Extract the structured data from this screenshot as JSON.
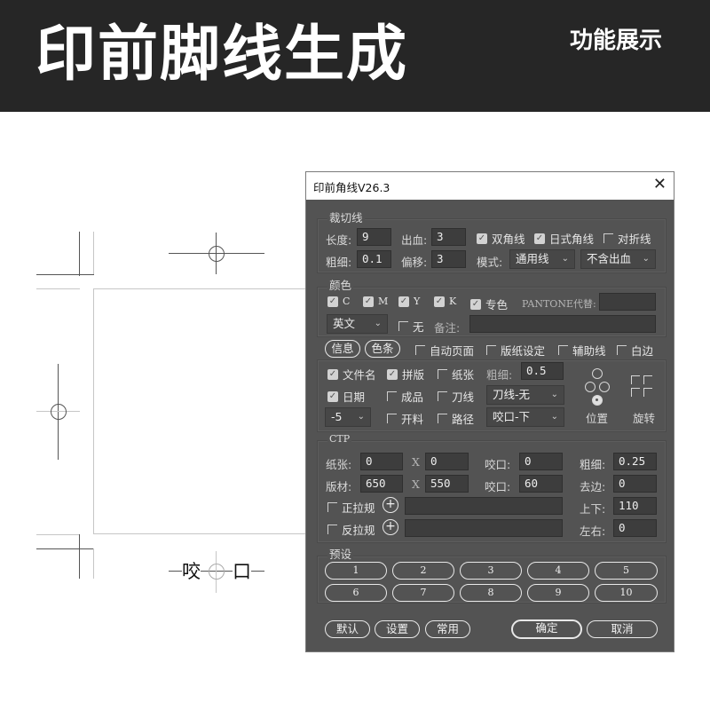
{
  "banner": {
    "title": "印前脚线生成",
    "subtitle": "功能展示"
  },
  "illustration": {
    "bite_label_left": "咬",
    "bite_label_right": "口"
  },
  "dialog": {
    "title": "印前角线V26.3",
    "close_icon": "close-icon",
    "trim": {
      "group_label": "裁切线",
      "length_label": "长度:",
      "length_value": "9",
      "bleed_label": "出血:",
      "bleed_value": "3",
      "double_corner": {
        "label": "双角线",
        "checked": true
      },
      "japanese_corner": {
        "label": "日式角线",
        "checked": true
      },
      "fold_line": {
        "label": "对折线",
        "checked": false
      },
      "thickness_label": "粗细:",
      "thickness_value": "0.1",
      "offset_label": "偏移:",
      "offset_value": "3",
      "mode_label": "模式:",
      "mode_value": "通用线",
      "bleed_mode_value": "不含出血"
    },
    "color": {
      "group_label": "颜色",
      "channels": [
        {
          "label": "C",
          "checked": true
        },
        {
          "label": "M",
          "checked": true
        },
        {
          "label": "Y",
          "checked": true
        },
        {
          "label": "K",
          "checked": true
        },
        {
          "label": "专色",
          "checked": true
        }
      ],
      "pantone_label": "PANTONE代替:",
      "pantone_value": "",
      "language_value": "英文",
      "none": {
        "label": "无",
        "checked": false
      },
      "note_label": "备注:",
      "note_value": ""
    },
    "options_row": {
      "info_button": "信息",
      "color_bar_button": "色条",
      "auto_page": {
        "label": "自动页面",
        "checked": false
      },
      "plate_setting": {
        "label": "版纸设定",
        "checked": false
      },
      "guide_line": {
        "label": "辅助线",
        "checked": false
      },
      "white_edge": {
        "label": "白边",
        "checked": false
      }
    },
    "marks": {
      "filename": {
        "label": "文件名",
        "checked": true
      },
      "imposition": {
        "label": "拼版",
        "checked": true
      },
      "paper": {
        "label": "纸张",
        "checked": false
      },
      "thickness_label": "粗细:",
      "thickness_value": "0.5",
      "date": {
        "label": "日期",
        "checked": true
      },
      "finished": {
        "label": "成品",
        "checked": false
      },
      "die_line": {
        "label": "刀线",
        "checked": false
      },
      "die_line_select": "刀线-无",
      "offset_select": "-5",
      "cutting": {
        "label": "开料",
        "checked": false
      },
      "path": {
        "label": "路径",
        "checked": false
      },
      "bite_select": "咬口-下",
      "position_label": "位置",
      "rotate_label": "旋转"
    },
    "ctp": {
      "group_label": "CTP",
      "paper_label": "纸张:",
      "paper_w": "0",
      "x1": "X",
      "paper_h": "0",
      "bite1_label": "咬口:",
      "bite1_value": "0",
      "thickness_label": "粗细:",
      "thickness_value": "0.25",
      "plate_label": "版材:",
      "plate_w": "650",
      "x2": "X",
      "plate_h": "550",
      "bite2_label": "咬口:",
      "bite2_value": "60",
      "trim_edge_label": "去边:",
      "trim_edge_value": "0",
      "front_guide": {
        "label": "正拉规",
        "checked": false
      },
      "front_guide_value": "",
      "vertical_label": "上下:",
      "vertical_value": "110",
      "back_guide": {
        "label": "反拉规",
        "checked": false
      },
      "back_guide_value": "",
      "horizontal_label": "左右:",
      "horizontal_value": "0"
    },
    "presets": {
      "group_label": "预设",
      "buttons": [
        "1",
        "2",
        "3",
        "4",
        "5",
        "6",
        "7",
        "8",
        "9",
        "10"
      ]
    },
    "footer": {
      "default_button": "默认",
      "settings_button": "设置",
      "common_button": "常用",
      "ok_button": "确定",
      "cancel_button": "取消"
    }
  },
  "colors": {
    "banner_bg": "#262626",
    "dialog_bg": "#535353",
    "input_bg": "#3d3d3d",
    "text": "#e6e6e6"
  }
}
